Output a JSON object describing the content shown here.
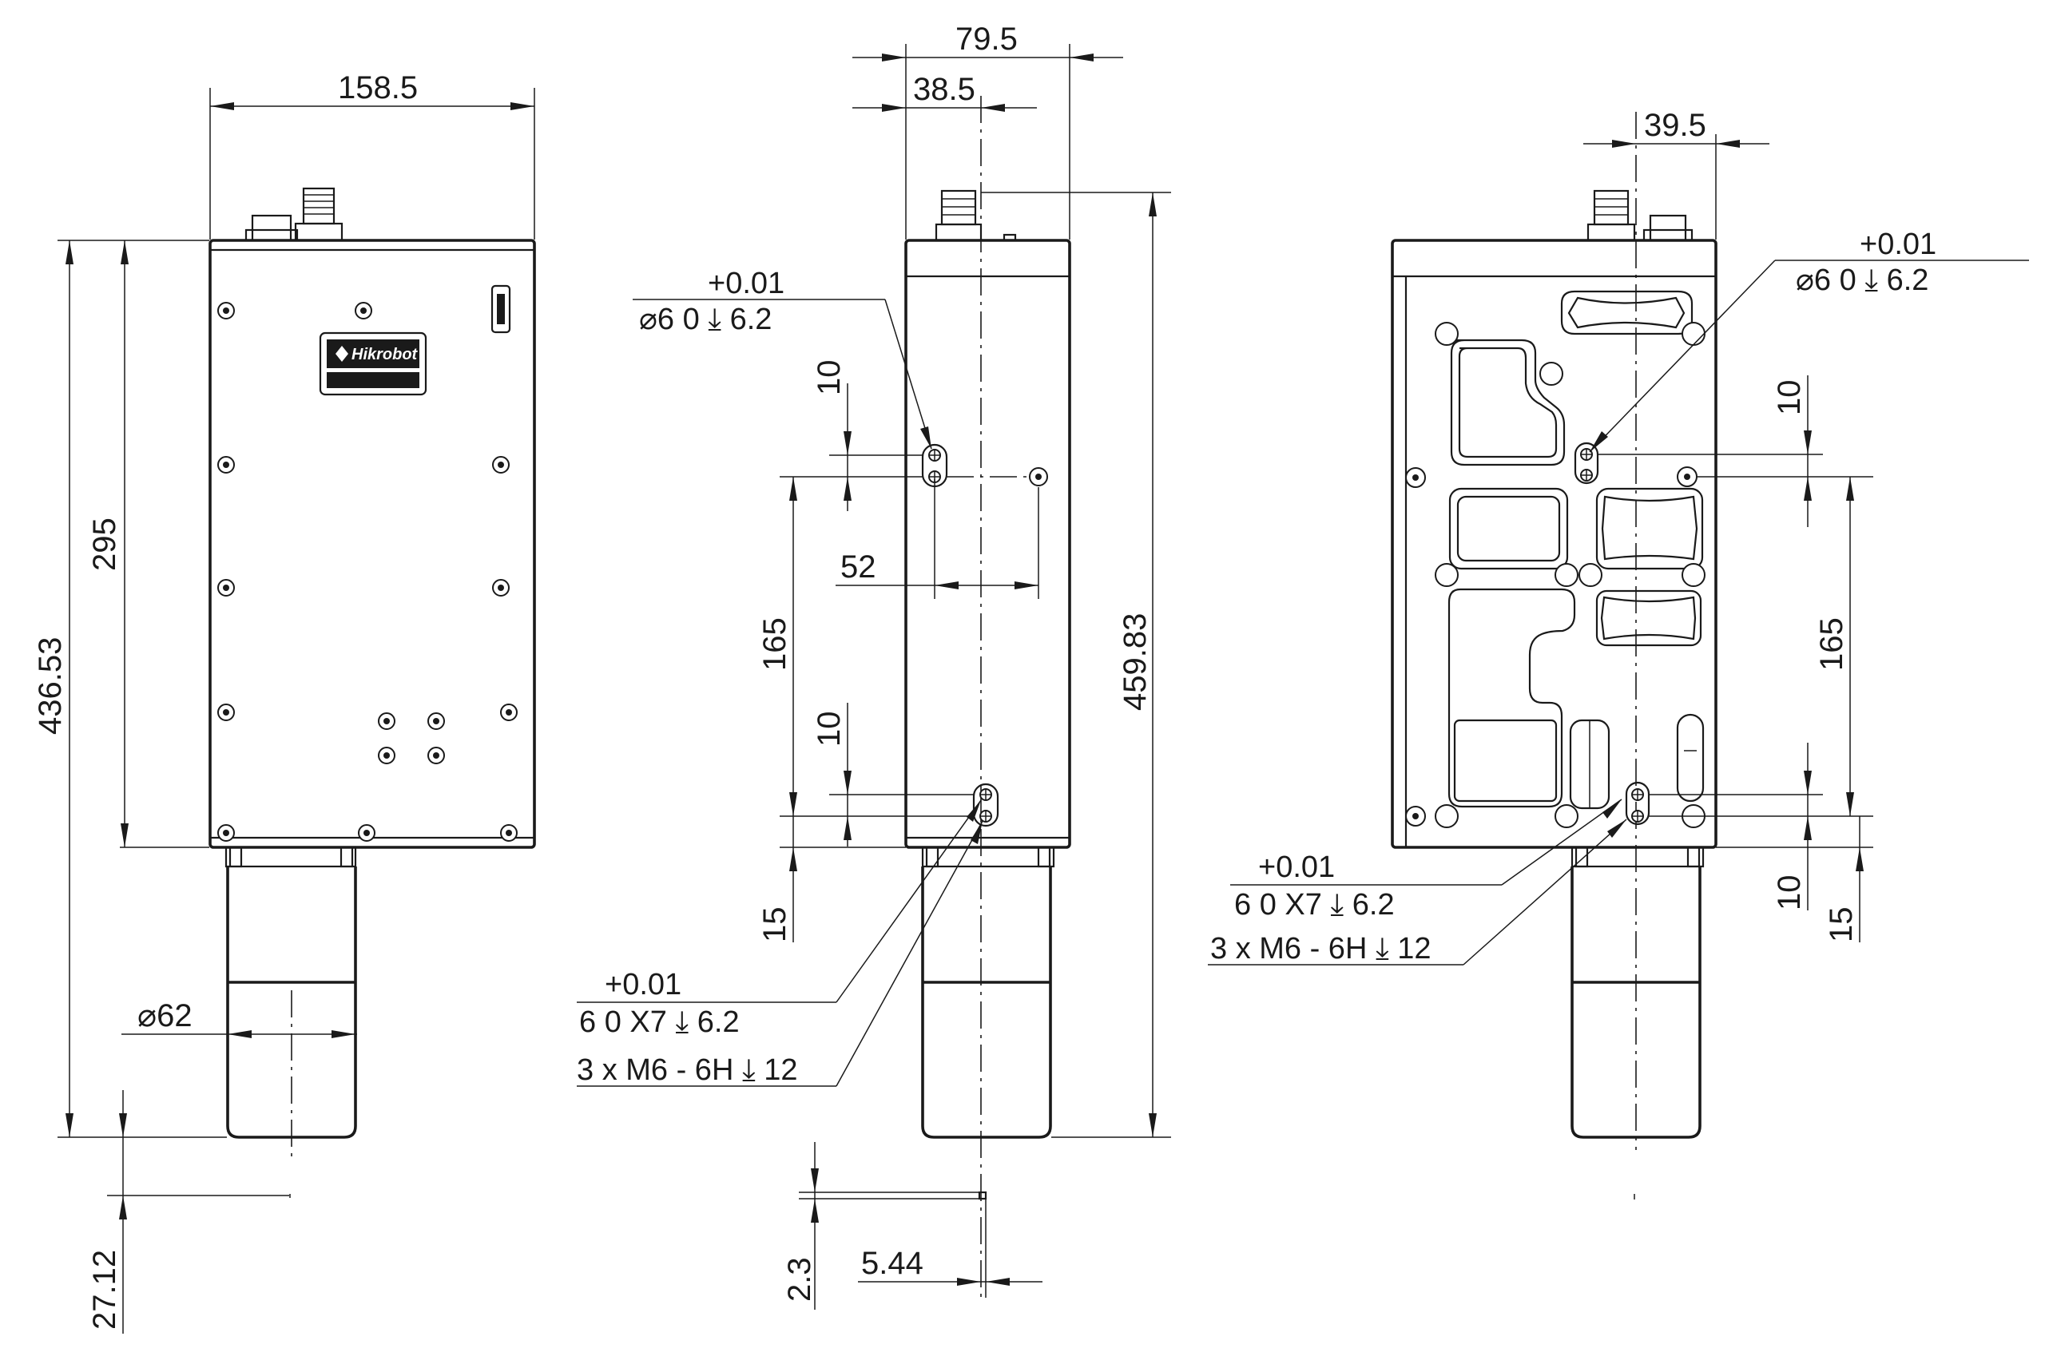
{
  "colors": {
    "line": "#1a1a1a",
    "background": "#ffffff"
  },
  "front_view": {
    "width_dim": "158.5",
    "height_body_dim": "295",
    "height_total_dim": "436.53",
    "cylinder_dia_dim": "⌀62",
    "offset_dim": "27.12"
  },
  "side_view": {
    "width_dim": "79.5",
    "center_dim": "38.5",
    "total_height_dim": "459.83",
    "hole_spacing_dim": "52",
    "vertical_spacing_dim": "165",
    "top_hole_dim": "10",
    "bottom_hole_dim": "10",
    "bottom_offset_dim": "15",
    "small_offset_v_dim": "2.3",
    "small_offset_h_dim": "5.44",
    "top_note": {
      "tol": "+0.01",
      "spec": "⌀6  0     ⤓ 6.2"
    },
    "bottom_note": {
      "tol": "+0.01",
      "spec": "6  0   X7 ⤓ 6.2",
      "thread": "3 x  M6 - 6H ⤓ 12"
    }
  },
  "back_view": {
    "center_dim": "39.5",
    "vertical_spacing_dim": "165",
    "top_hole_dim": "10",
    "bottom_hole_dim": "10",
    "bottom_offset_dim": "15",
    "top_note": {
      "tol": "+0.01",
      "spec": "⌀6  0     ⤓ 6.2"
    },
    "bottom_note": {
      "tol": "+0.01",
      "spec": "6  0   X7 ⤓ 6.2",
      "thread": "3 x  M6 - 6H ⤓ 12"
    }
  },
  "label_plate": {
    "brand": "Hikrobot"
  }
}
